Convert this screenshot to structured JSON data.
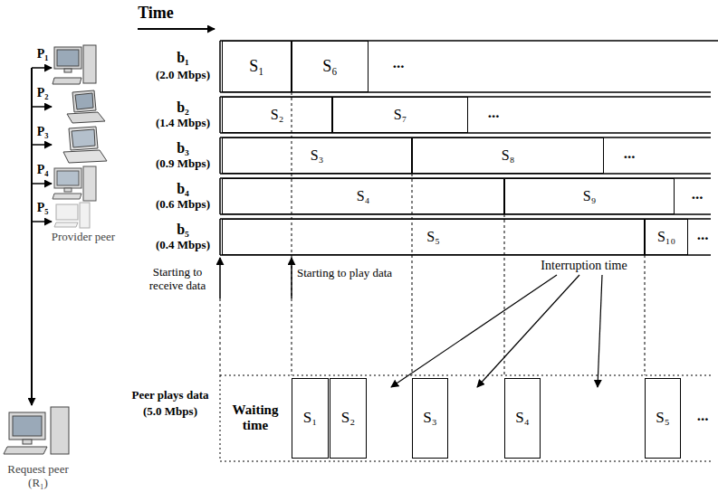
{
  "diagram": {
    "nodes": [
      {
        "text": [
          "S₁"
        ]
      },
      {
        "text": [
          "S₆"
        ]
      },
      {
        "text": [
          "S₂"
        ]
      },
      {
        "text": [
          "S₇"
        ]
      },
      {
        "text": [
          "S₃"
        ]
      },
      {
        "text": [
          "S₈"
        ]
      },
      {
        "text": [
          "S₄"
        ]
      },
      {
        "text": [
          "S₉"
        ]
      },
      {
        "text": [
          "S₅"
        ]
      },
      {
        "text": [
          "S₁₀"
        ]
      },
      {
        "text": [
          "S₁"
        ]
      },
      {
        "text": [
          "S₂"
        ]
      },
      {
        "text": [
          "S₃"
        ]
      },
      {
        "text": [
          "S₄"
        ]
      },
      {
        "text": [
          "S₅"
        ]
      }
    ],
    "labels": [
      "Time",
      "P₁",
      "b₁",
      "(2.0 Mbps)",
      "...",
      "P₂",
      "b₂",
      "(1.4 Mbps)",
      "...",
      "P₃",
      "b₃",
      "(0.9 Mbps)",
      "...",
      "P₄",
      "b₄",
      "(0.6 Mbps)",
      "...",
      "P₅",
      "b₅",
      "(0.4 Mbps)",
      "...",
      "Provider peer",
      "Starting to receive data",
      "Starting to play data",
      "Interruption time",
      "Peer plays data",
      "(5.0 Mbps)",
      "Waiting time",
      "...",
      "Request peer",
      "(R₁)"
    ]
  }
}
